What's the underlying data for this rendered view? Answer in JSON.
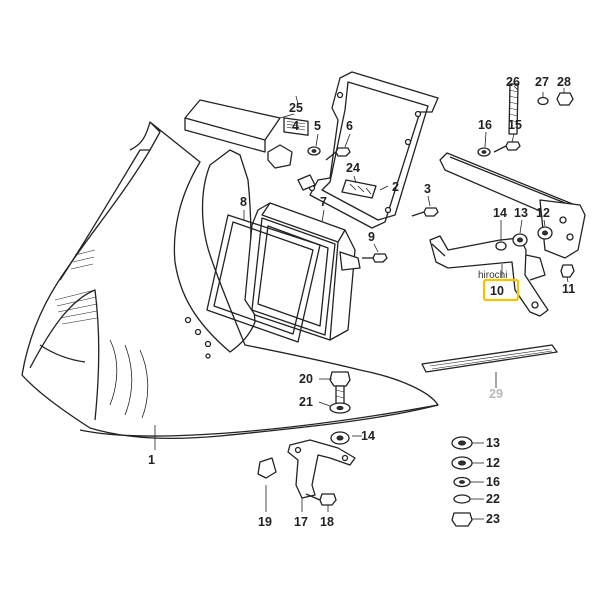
{
  "diagram": {
    "labels": {
      "p1": "1",
      "p2": "2",
      "p3": "3",
      "p4": "4",
      "p5": "5",
      "p6": "6",
      "p7": "7",
      "p8": "8",
      "p9": "9",
      "p10": "10",
      "p11": "11",
      "p12a": "12",
      "p12b": "12",
      "p13a": "13",
      "p13b": "13",
      "p14a": "14",
      "p14b": "14",
      "p15": "15",
      "p16a": "16",
      "p16b": "16",
      "p17": "17",
      "p18": "18",
      "p19": "19",
      "p20": "20",
      "p21": "21",
      "p22": "22",
      "p23": "23",
      "p24": "24",
      "p25": "25",
      "p26": "26",
      "p27": "27",
      "p28": "28",
      "p29": "29"
    },
    "watermark": "hirochi",
    "highlight_color": "#f2c500"
  }
}
